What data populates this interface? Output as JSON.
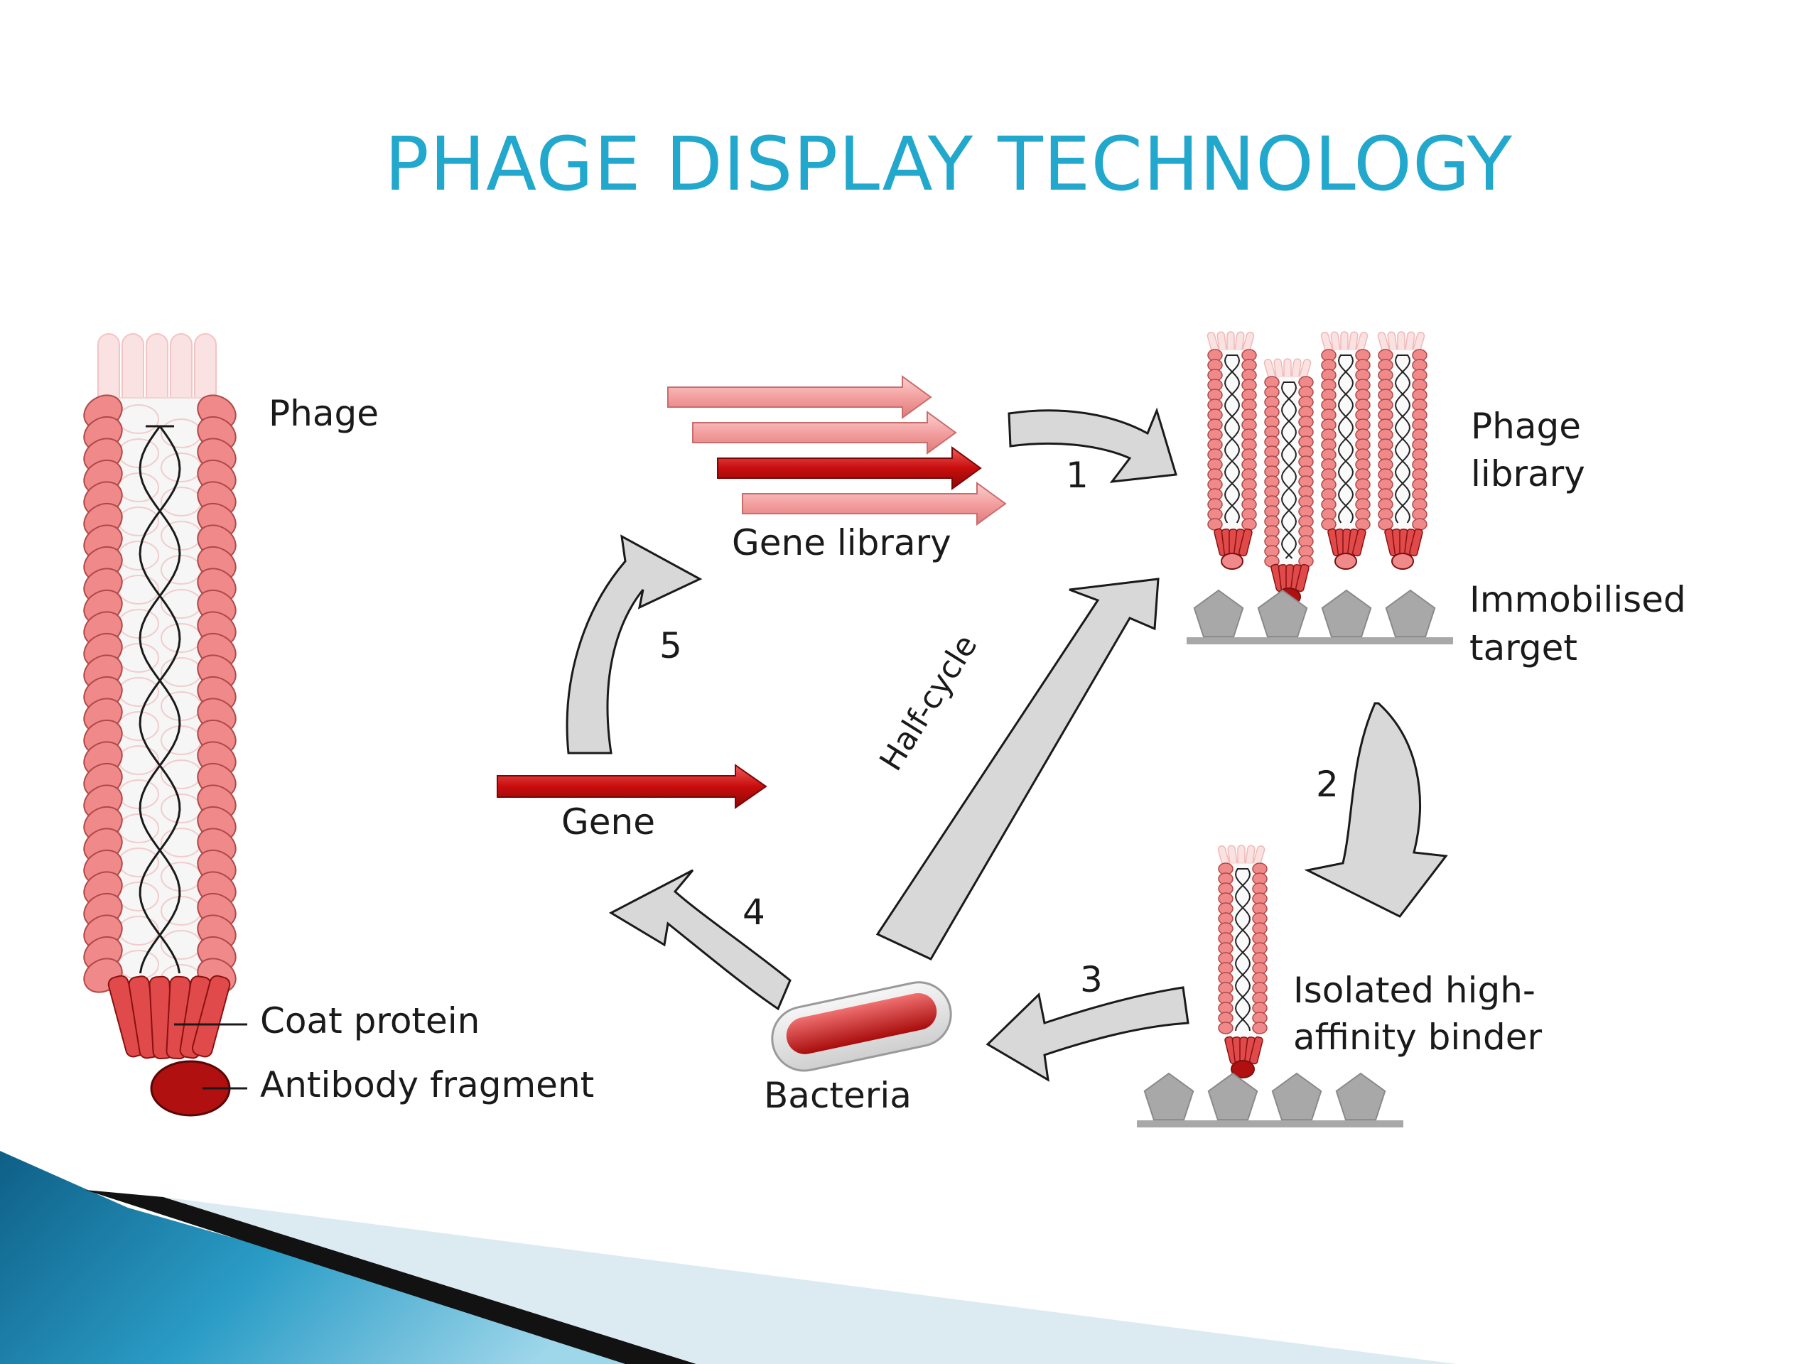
{
  "title": "PHAGE DISPLAY TECHNOLOGY",
  "labels": {
    "phage": "Phage",
    "coat_protein": "Coat protein",
    "antibody_fragment": "Antibody fragment",
    "gene_library": "Gene library",
    "phage_library_1": "Phage",
    "phage_library_2": "library",
    "immobilised_1": "Immobilised",
    "immobilised_2": "target",
    "isolated_1": "Isolated high-",
    "isolated_2": "affinity binder",
    "gene": "Gene",
    "bacteria": "Bacteria",
    "half_cycle": "Half-cycle"
  },
  "steps": [
    "1",
    "2",
    "3",
    "4",
    "5"
  ],
  "colors": {
    "title": "#22a8cc",
    "coat": "#f08a8a",
    "coat_dark": "#b01010",
    "gene_red": "#d81515",
    "gene_pink": "#f4a8a8",
    "arrow_gray": "#d8d8d8",
    "target_gray": "#a8a8a8",
    "corner_blue": "#1e86ac",
    "corner_black": "#111111"
  }
}
